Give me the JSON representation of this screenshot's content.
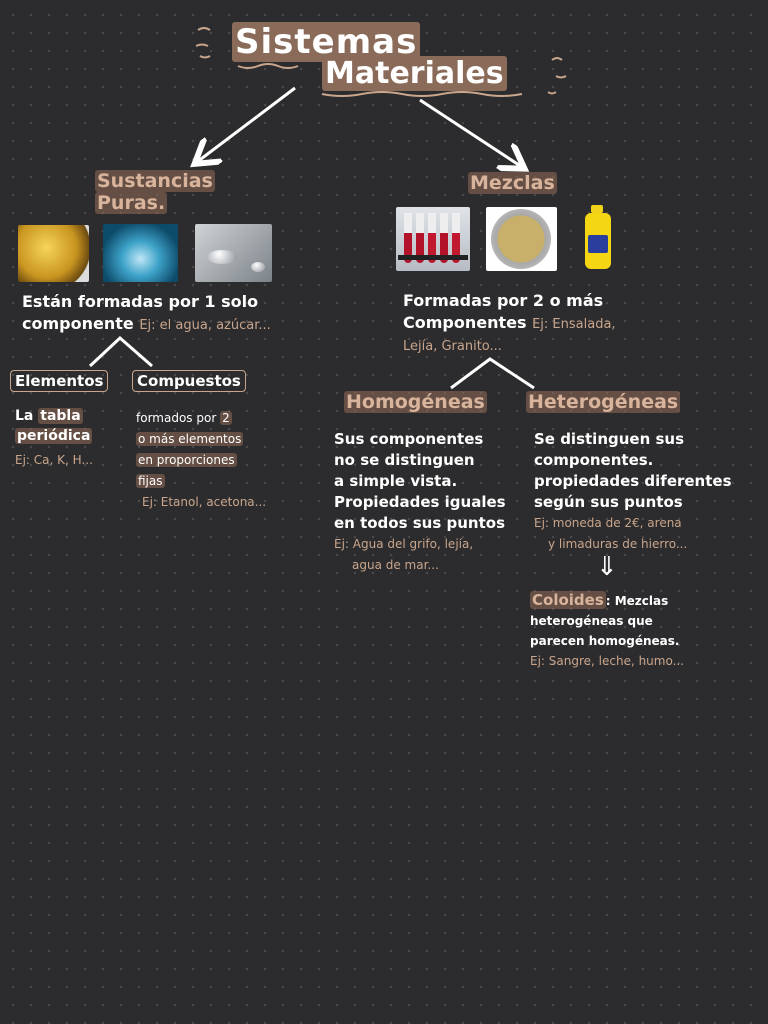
{
  "title": {
    "line1": "Sistemas",
    "line2": "Materiales"
  },
  "left": {
    "heading_line1": "Sustancias",
    "heading_line2": "Puras.",
    "desc_line1": "Están formadas por 1 solo",
    "desc_line2": "componente",
    "desc_example": "Ej: el agua, azúcar...",
    "elementos": {
      "label": "Elementos",
      "line1_a": "La",
      "line1_b": "tabla",
      "line2": "periódica",
      "example": "Ej: Ca, K, H..."
    },
    "compuestos": {
      "label": "Compuestos",
      "line1_a": "formados por",
      "line1_b": "2",
      "line2": "o más elementos",
      "line3": "en proporciones",
      "line4": "fijas",
      "example": "Ej: Etanol, acetona..."
    }
  },
  "right": {
    "heading": "Mezclas",
    "desc_line1": "Formadas por 2 o más",
    "desc_line2": "Componentes",
    "desc_example1": "Ej: Ensalada,",
    "desc_example2": "Lejía, Granito...",
    "homogeneas": {
      "label": "Homogéneas",
      "lines": [
        "Sus componentes",
        "no se distinguen",
        "a simple vista.",
        "Propiedades iguales",
        "en todos sus puntos"
      ],
      "example1": "Ej: Agua del grifo, lejía,",
      "example2": "agua de mar..."
    },
    "heterogeneas": {
      "label": "Heterogéneas",
      "lines": [
        "Se distinguen sus",
        "componentes.",
        "propiedades diferentes",
        "según sus puntos"
      ],
      "example1": "Ej: moneda de 2€, arena",
      "example2": "y limaduras de hierro..."
    },
    "implies": "⇓",
    "coloides": {
      "label": "Coloides",
      "line1": ": Mezclas",
      "line2": "heterogéneas que",
      "line3": "parecen homogéneas.",
      "example": "Ej: Sangre, leche, humo..."
    }
  },
  "images": [
    "gold-nugget-icon",
    "water-drop-icon",
    "mercury-drop-icon",
    "test-tubes-icon",
    "coin-icon",
    "bleach-bottle-icon"
  ],
  "colors": {
    "background": "#2c2c2e",
    "accent": "#c9a58b",
    "highlight": "#8a6a58",
    "text": "#ffffff"
  }
}
